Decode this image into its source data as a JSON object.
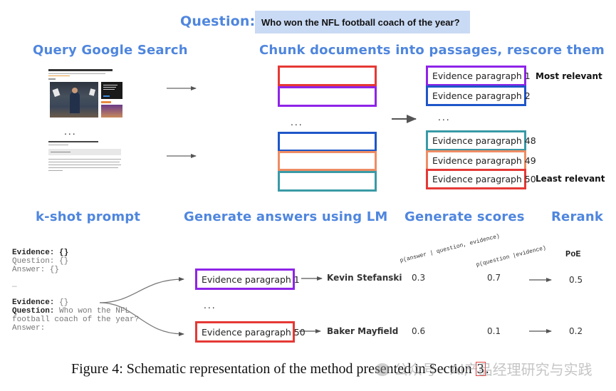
{
  "question": {
    "label": "Question:",
    "text": "Who won the NFL  football coach of the year?"
  },
  "sections": {
    "query": "Query Google Search",
    "chunk": "Chunk documents into passages, rescore them",
    "kshot": "k-shot prompt",
    "generate_answers": "Generate answers using LM",
    "generate_scores": "Generate scores",
    "rerank": "Rerank"
  },
  "search_results": [
    {
      "title": "Mike Vrabel wins Coach of the Year at NFL Honors 2022",
      "has_image": true
    },
    {
      "title": "NFL Coach of the Year: Kevin Stefanski, Cleveland Browns",
      "has_image": false
    }
  ],
  "ellipsis": "...",
  "ellipsis_dots": "• • •",
  "chunk_colors": [
    "#e53935",
    "#8e24e8",
    "#1e56c8",
    "#ee8c64",
    "#3a9aa6"
  ],
  "ranked_passages": [
    {
      "label": "Evidence paragraph 1",
      "color": "#8e24e8"
    },
    {
      "label": "Evidence paragraph 2",
      "color": "#1e56c8"
    },
    {
      "label": "Evidence paragraph 48",
      "color": "#3a9aa6"
    },
    {
      "label": "Evidence paragraph 49",
      "color": "#ee8c64"
    },
    {
      "label": "Evidence paragraph 50",
      "color": "#e53935"
    }
  ],
  "relevance": {
    "most": "Most relevant",
    "least": "Least relevant"
  },
  "prompt": {
    "block1": {
      "evidence_key": "Evidence:",
      "evidence_val": " {}",
      "question_line": "Question: {}",
      "answer_line": "Answer: {}"
    },
    "separator": "—",
    "block2": {
      "evidence_key": "Evidence:",
      "evidence_val": " {}",
      "question_key": "Question:",
      "question_val": " Who won the NFL",
      "question_cont": "football coach of the year?",
      "answer_line": "Answer:"
    }
  },
  "lm_rows": [
    {
      "evidence": "Evidence paragraph 1",
      "color": "#8e24e8",
      "answer": "Kevin Stefanski",
      "p_answer": "0.3",
      "p_question": "0.7",
      "poe": "0.5"
    },
    {
      "evidence": "Evidence paragraph 50",
      "color": "#e53935",
      "answer": "Baker Mayfield",
      "p_answer": "0.6",
      "p_question": "0.1",
      "poe": "0.2"
    }
  ],
  "score_headers": {
    "p_answer": "p(answer | question, evidence)",
    "p_question": "p(question  |evidence)",
    "poe": "PoE"
  },
  "caption": {
    "text_before": "Figure 4: Schematic representation of the method presented in Section ",
    "ref": "3",
    "text_after": "."
  },
  "watermark": "公众号 · AI产品经理研究与实践",
  "colors": {
    "heading": "#4f86de",
    "question_bg": "#c9daf5",
    "arrow": "#555555"
  }
}
